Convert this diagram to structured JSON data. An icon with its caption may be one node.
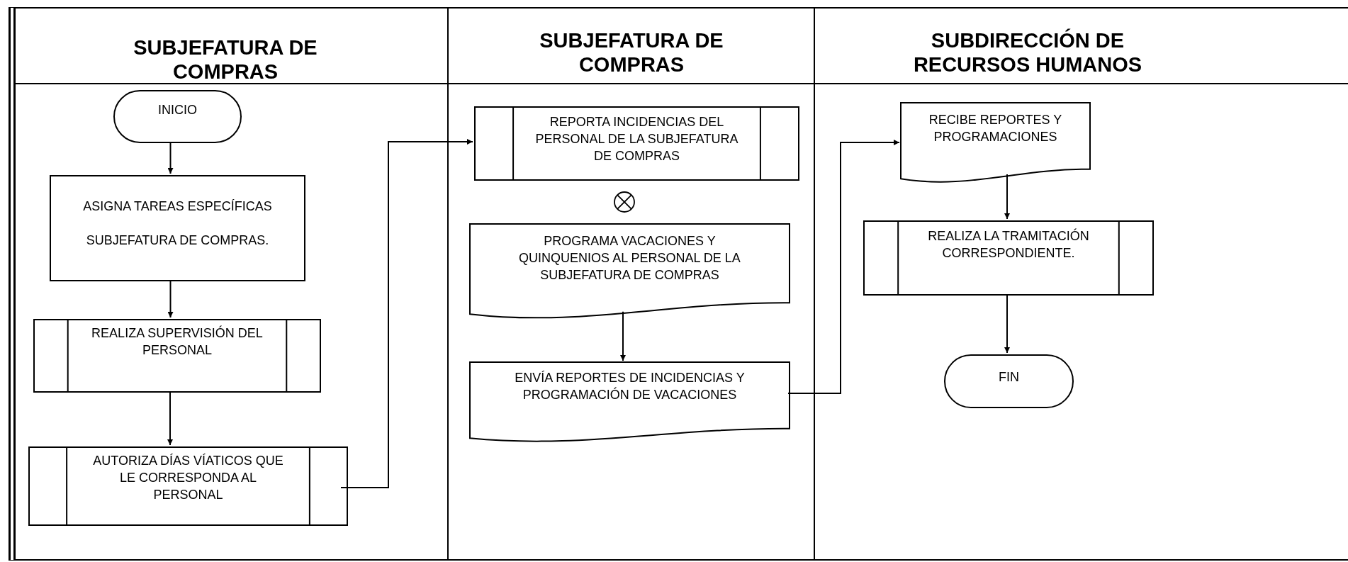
{
  "diagram": {
    "nodes": [
      {
        "text": [
          "SUBJEFATURA DE COMPRAS"
        ]
      },
      {
        "text": [
          "SUBJEFATURA DE COMPRAS"
        ]
      },
      {
        "text": [
          "SUBDIRECCIÓN DE RECURSOS HUMANOS"
        ]
      },
      {
        "text": [
          "INICIO"
        ],
        "in": 0
      },
      {
        "text": [
          "ASIGNA TAREAS ESPECÍFICAS",
          "SUBJEFATURA DE COMPRAS."
        ],
        "in": 0
      },
      {
        "text": [
          "REALIZA SUPERVISIÓN DEL PERSONAL"
        ],
        "in": 0
      },
      {
        "text": [
          "AUTORIZA DÍAS VÍATICOS QUE LE CORRESPONDA AL PERSONAL"
        ],
        "in": 0
      },
      {
        "text": [
          "REPORTA INCIDENCIAS DEL PERSONAL DE LA SUBJEFATURA DE COMPRAS"
        ],
        "in": 1
      },
      {
        "text": [],
        "shape": "circle",
        "in": 1
      },
      {
        "text": [
          "PROGRAMA VACACIONES Y QUINQUENIOS AL PERSONAL DE LA SUBJEFATURA DE COMPRAS"
        ],
        "in": 1
      },
      {
        "text": [
          "ENVÍA REPORTES DE INCIDENCIAS Y PROGRAMACIÓN DE VACACIONES"
        ],
        "in": 1
      },
      {
        "text": [
          "RECIBE REPORTES Y PROGRAMACIONES"
        ],
        "in": 2
      },
      {
        "text": [
          "REALIZA LA TRAMITACIÓN CORRESPONDIENTE."
        ],
        "in": 2
      },
      {
        "text": [
          "FIN"
        ],
        "in": 2
      }
    ],
    "edges": [
      {
        "from": 3,
        "to": 4,
        "arrow": "to"
      },
      {
        "from": 4,
        "to": 5,
        "arrow": "to"
      },
      {
        "from": 5,
        "to": 6,
        "arrow": "to"
      },
      {
        "from": 6,
        "to": 7,
        "arrow": "to"
      },
      {
        "from": 9,
        "to": 10,
        "arrow": "to"
      },
      {
        "from": 10,
        "to": 11,
        "arrow": "to"
      },
      {
        "from": 11,
        "to": 12,
        "arrow": "to"
      },
      {
        "from": 12,
        "to": 13,
        "arrow": "to"
      }
    ]
  }
}
